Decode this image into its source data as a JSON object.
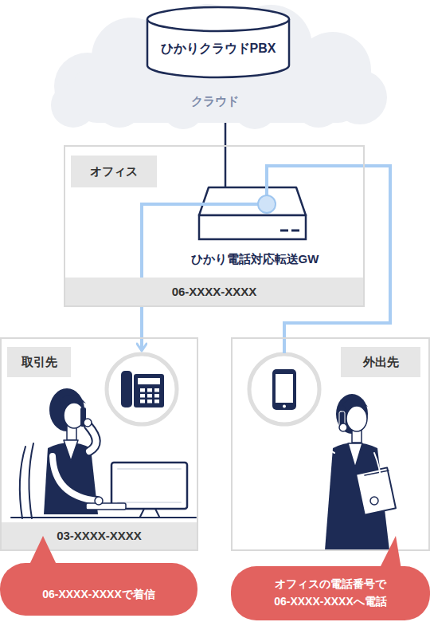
{
  "diagram": {
    "nodes": [
      {
        "text": [
          "クラウド"
        ]
      },
      {
        "text": [
          "ひかりクラウドPBX"
        ],
        "in": 0
      },
      {
        "text": [
          "オフィス"
        ]
      },
      {
        "text": [
          "ひかり電話対応転送GW"
        ],
        "in": 2
      },
      {
        "text": [
          "06-XXXX-XXXX"
        ],
        "in": 2
      },
      {
        "text": [
          "取引先"
        ]
      },
      {
        "text": [
          "03-XXXX-XXXX"
        ],
        "in": 5
      },
      {
        "text": [
          "外出先"
        ]
      },
      {
        "text": [
          "06-XXXX-XXXXで着信"
        ]
      },
      {
        "text": [
          "オフィスの電話番号で 06-XXXX-XXXXへ電話"
        ]
      }
    ],
    "edges": [
      {
        "from": 0,
        "to": 3,
        "arrow": "none"
      },
      {
        "from": 3,
        "to": 5,
        "arrow": "to"
      },
      {
        "from": 3,
        "to": 7,
        "arrow": "none"
      }
    ]
  }
}
